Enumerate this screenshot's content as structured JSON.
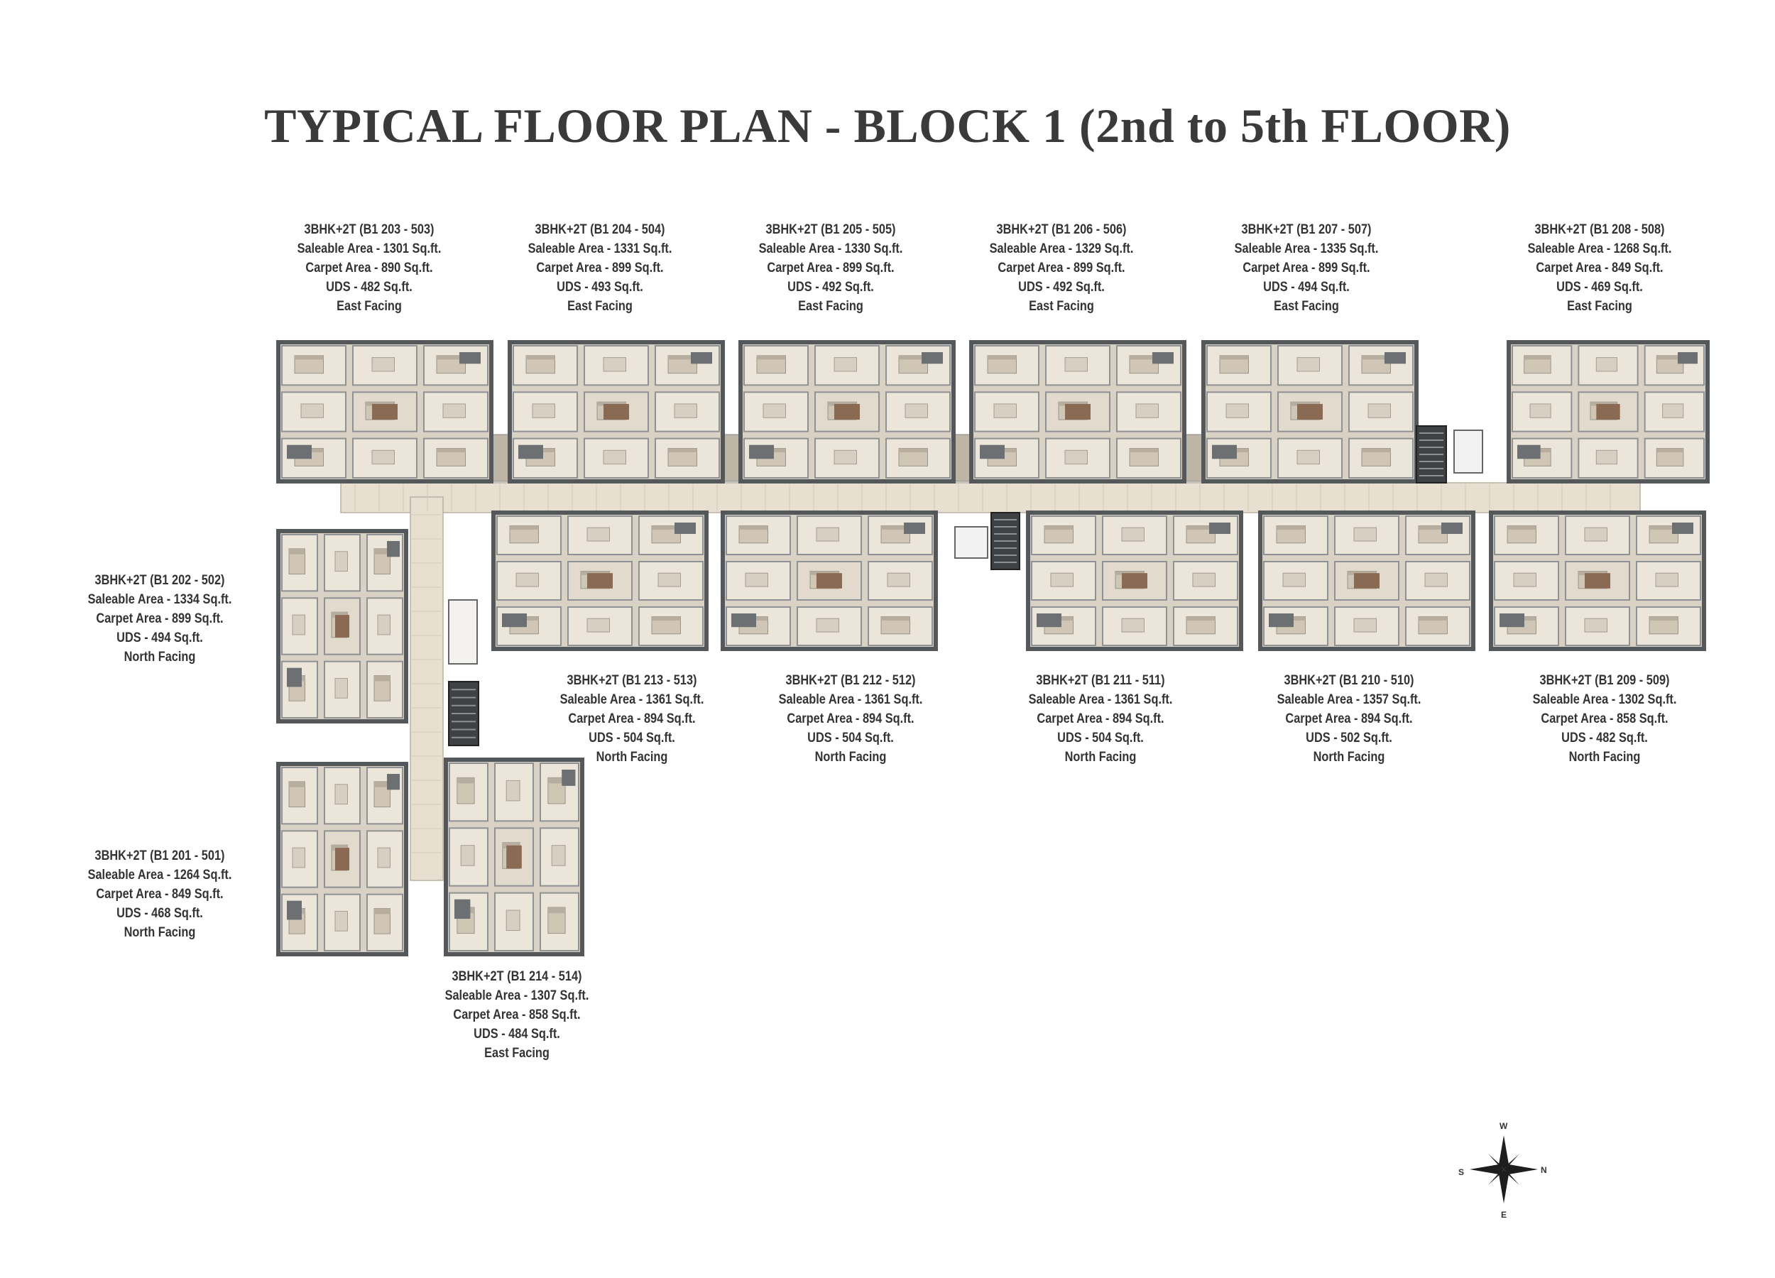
{
  "title": "TYPICAL FLOOR PLAN - BLOCK 1 (2nd to 5th FLOOR)",
  "units": [
    {
      "type": "3BHK+2T (B1 203 - 503)",
      "saleable": "Saleable Area - 1301 Sq.ft.",
      "carpet": "Carpet Area - 890 Sq.ft.",
      "uds": "UDS - 482 Sq.ft.",
      "facing": "East Facing"
    },
    {
      "type": "3BHK+2T (B1 204 - 504)",
      "saleable": "Saleable Area - 1331 Sq.ft.",
      "carpet": "Carpet Area - 899 Sq.ft.",
      "uds": "UDS - 493 Sq.ft.",
      "facing": "East Facing"
    },
    {
      "type": "3BHK+2T (B1 205 - 505)",
      "saleable": "Saleable Area - 1330 Sq.ft.",
      "carpet": "Carpet Area - 899 Sq.ft.",
      "uds": "UDS - 492 Sq.ft.",
      "facing": "East Facing"
    },
    {
      "type": "3BHK+2T (B1 206 - 506)",
      "saleable": "Saleable Area - 1329 Sq.ft.",
      "carpet": "Carpet Area - 899 Sq.ft.",
      "uds": "UDS - 492 Sq.ft.",
      "facing": "East Facing"
    },
    {
      "type": "3BHK+2T (B1 207 - 507)",
      "saleable": "Saleable Area - 1335 Sq.ft.",
      "carpet": "Carpet Area - 899 Sq.ft.",
      "uds": "UDS - 494 Sq.ft.",
      "facing": "East Facing"
    },
    {
      "type": "3BHK+2T (B1 208 - 508)",
      "saleable": "Saleable Area - 1268 Sq.ft.",
      "carpet": "Carpet Area - 849 Sq.ft.",
      "uds": "UDS - 469 Sq.ft.",
      "facing": "East Facing"
    },
    {
      "type": "3BHK+2T (B1 202 - 502)",
      "saleable": "Saleable Area - 1334 Sq.ft.",
      "carpet": "Carpet Area - 899 Sq.ft.",
      "uds": "UDS - 494 Sq.ft.",
      "facing": "North Facing"
    },
    {
      "type": "3BHK+2T (B1 213 - 513)",
      "saleable": "Saleable Area - 1361 Sq.ft.",
      "carpet": "Carpet Area - 894 Sq.ft.",
      "uds": "UDS - 504 Sq.ft.",
      "facing": "North Facing"
    },
    {
      "type": "3BHK+2T (B1 212 - 512)",
      "saleable": "Saleable Area - 1361 Sq.ft.",
      "carpet": "Carpet Area - 894 Sq.ft.",
      "uds": "UDS - 504 Sq.ft.",
      "facing": "North Facing"
    },
    {
      "type": "3BHK+2T (B1 211 - 511)",
      "saleable": "Saleable Area - 1361 Sq.ft.",
      "carpet": "Carpet Area - 894 Sq.ft.",
      "uds": "UDS - 504 Sq.ft.",
      "facing": "North Facing"
    },
    {
      "type": "3BHK+2T (B1 210 - 510)",
      "saleable": "Saleable Area - 1357 Sq.ft.",
      "carpet": "Carpet Area - 894 Sq.ft.",
      "uds": "UDS - 502 Sq.ft.",
      "facing": "North Facing"
    },
    {
      "type": "3BHK+2T (B1 209 - 509)",
      "saleable": "Saleable Area - 1302 Sq.ft.",
      "carpet": "Carpet Area - 858 Sq.ft.",
      "uds": "UDS - 482 Sq.ft.",
      "facing": "North Facing"
    },
    {
      "type": "3BHK+2T (B1 201 - 501)",
      "saleable": "Saleable Area - 1264 Sq.ft.",
      "carpet": "Carpet Area - 849 Sq.ft.",
      "uds": "UDS - 468 Sq.ft.",
      "facing": "North Facing"
    },
    {
      "type": "3BHK+2T (B1 214 - 514)",
      "saleable": "Saleable Area - 1307 Sq.ft.",
      "carpet": "Carpet Area - 858 Sq.ft.",
      "uds": "UDS - 484 Sq.ft.",
      "facing": "East Facing"
    }
  ],
  "compass": {
    "north": "N",
    "south": "S",
    "east": "E",
    "west": "W"
  },
  "colors": {
    "wall": "#55585a",
    "floor": "#d8d1c4",
    "room": "#ece6da",
    "corridor": "#e7dfd0",
    "furniture": "#8a6a52",
    "dark": "#3e4244",
    "text": "#333333"
  }
}
